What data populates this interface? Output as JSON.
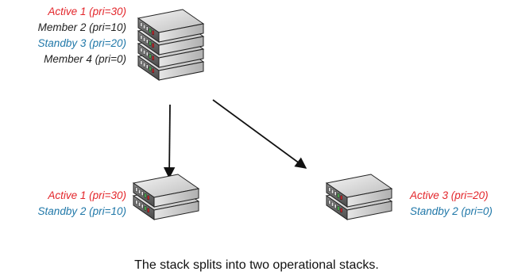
{
  "colors": {
    "active": "#e3262b",
    "standby": "#1f77a8",
    "member": "#222222",
    "caption": "#111111",
    "line": "#111111"
  },
  "top_stack": {
    "labels": [
      {
        "role": "active",
        "text": "Active 1 (pri=30)"
      },
      {
        "role": "member",
        "text": "Member 2 (pri=10)"
      },
      {
        "role": "standby",
        "text": "Standby 3 (pri=20)"
      },
      {
        "role": "member",
        "text": "Member 4 (pri=0)"
      }
    ],
    "switch_count": 4
  },
  "left_stack": {
    "labels": [
      {
        "role": "active",
        "text": "Active 1 (pri=30)"
      },
      {
        "role": "standby",
        "text": "Standby 2 (pri=10)"
      }
    ],
    "switch_count": 2
  },
  "right_stack": {
    "labels": [
      {
        "role": "active",
        "text": "Active 3 (pri=20)"
      },
      {
        "role": "standby",
        "text": "Standby 2 (pri=0)"
      }
    ],
    "switch_count": 2
  },
  "caption": "The stack splits into two operational stacks.",
  "icons": {
    "switch": "network-switch-icon",
    "arrow": "arrow-icon"
  }
}
